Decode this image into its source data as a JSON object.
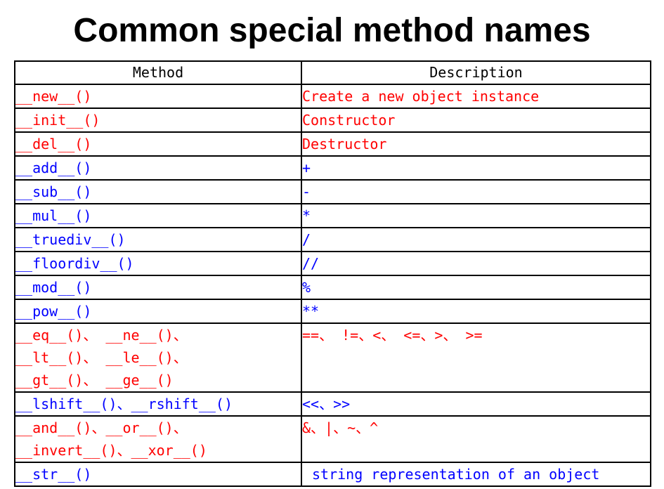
{
  "title": "Common special method names",
  "table": {
    "headers": {
      "method": "Method",
      "description": "Description"
    },
    "rows": [
      {
        "method_lines": [
          "__new__()"
        ],
        "description_lines": [
          "Create a new object instance"
        ],
        "color": "#ff0000"
      },
      {
        "method_lines": [
          "__init__()"
        ],
        "description_lines": [
          "Constructor"
        ],
        "color": "#ff0000"
      },
      {
        "method_lines": [
          "__del__()"
        ],
        "description_lines": [
          "Destructor"
        ],
        "color": "#ff0000"
      },
      {
        "method_lines": [
          "__add__()"
        ],
        "description_lines": [
          "+"
        ],
        "color": "#0000ff"
      },
      {
        "method_lines": [
          "__sub__()"
        ],
        "description_lines": [
          "-"
        ],
        "color": "#0000ff"
      },
      {
        "method_lines": [
          "__mul__()"
        ],
        "description_lines": [
          "*"
        ],
        "color": "#0000ff"
      },
      {
        "method_lines": [
          "__truediv__()"
        ],
        "description_lines": [
          "/"
        ],
        "color": "#0000ff"
      },
      {
        "method_lines": [
          "__floordiv__()"
        ],
        "description_lines": [
          "//"
        ],
        "color": "#0000ff"
      },
      {
        "method_lines": [
          "__mod__()"
        ],
        "description_lines": [
          "%"
        ],
        "color": "#0000ff"
      },
      {
        "method_lines": [
          "__pow__()"
        ],
        "description_lines": [
          "**"
        ],
        "color": "#0000ff"
      },
      {
        "method_lines": [
          "__eq__()、 __ne__()、",
          "__lt__()、 __le__()、",
          "__gt__()、 __ge__()"
        ],
        "description_lines": [
          "==、 !=、<、 <=、>、 >="
        ],
        "color": "#ff0000"
      },
      {
        "method_lines": [
          "__lshift__()、__rshift__()"
        ],
        "description_lines": [
          "<<、>>"
        ],
        "color": "#0000ff"
      },
      {
        "method_lines": [
          "__and__()、__or__()、",
          "__invert__()、__xor__()"
        ],
        "description_lines": [
          "&、|、~、^"
        ],
        "color": "#ff0000"
      },
      {
        "method_lines": [
          "__str__()"
        ],
        "description_lines": [
          "string representation of an object"
        ],
        "color": "#0000ff"
      }
    ]
  }
}
